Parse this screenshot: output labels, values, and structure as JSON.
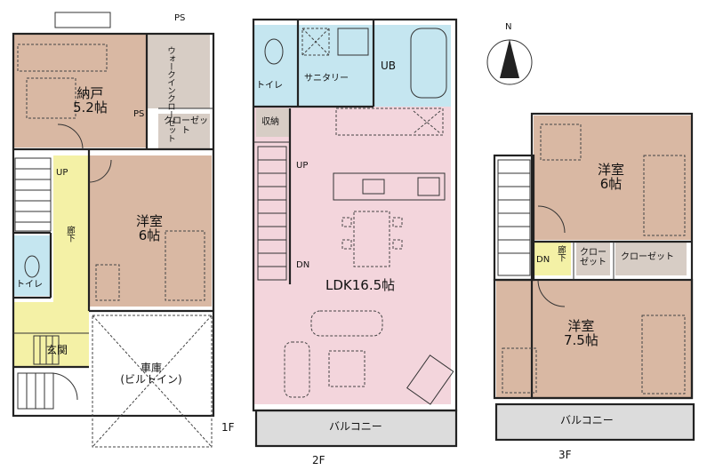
{
  "colors": {
    "brown_room": "#d9b8a3",
    "pink_ldk": "#f3d5dc",
    "blue_wet": "#c5e6f0",
    "yellow_corridor": "#f4f1a6",
    "gray_closet": "#d7cdc5",
    "balcony_gray": "#dcdcdc",
    "wall": "#222222"
  },
  "floors": {
    "f1": {
      "label": "1F",
      "nando": "納戸",
      "nando_size": "5.2帖",
      "walkin": "ウォークインクローゼット",
      "closet": "クローゼット",
      "ps_top": "PS",
      "ps_mid": "PS",
      "up": "UP",
      "corridor": "廊下",
      "toilet": "トイレ",
      "bedroom": "洋室",
      "bedroom_size": "6帖",
      "entrance": "玄関",
      "garage": "車庫",
      "garage_sub": "(ビルトイン)"
    },
    "f2": {
      "label": "2F",
      "toilet": "トイレ",
      "sanitary": "サニタリー",
      "ub": "UB",
      "storage": "収納",
      "up": "UP",
      "dn": "DN",
      "ldk": "LDK16.5帖",
      "balcony": "バルコニー"
    },
    "f3": {
      "label": "3F",
      "bedroom_a": "洋室",
      "bedroom_a_size": "6帖",
      "dn": "DN",
      "corridor": "廊下",
      "closet_small": "クローゼット",
      "closet_wide": "クローゼット",
      "bedroom_b": "洋室",
      "bedroom_b_size": "7.5帖",
      "balcony": "バルコニー"
    }
  },
  "compass": {
    "label": "N"
  }
}
